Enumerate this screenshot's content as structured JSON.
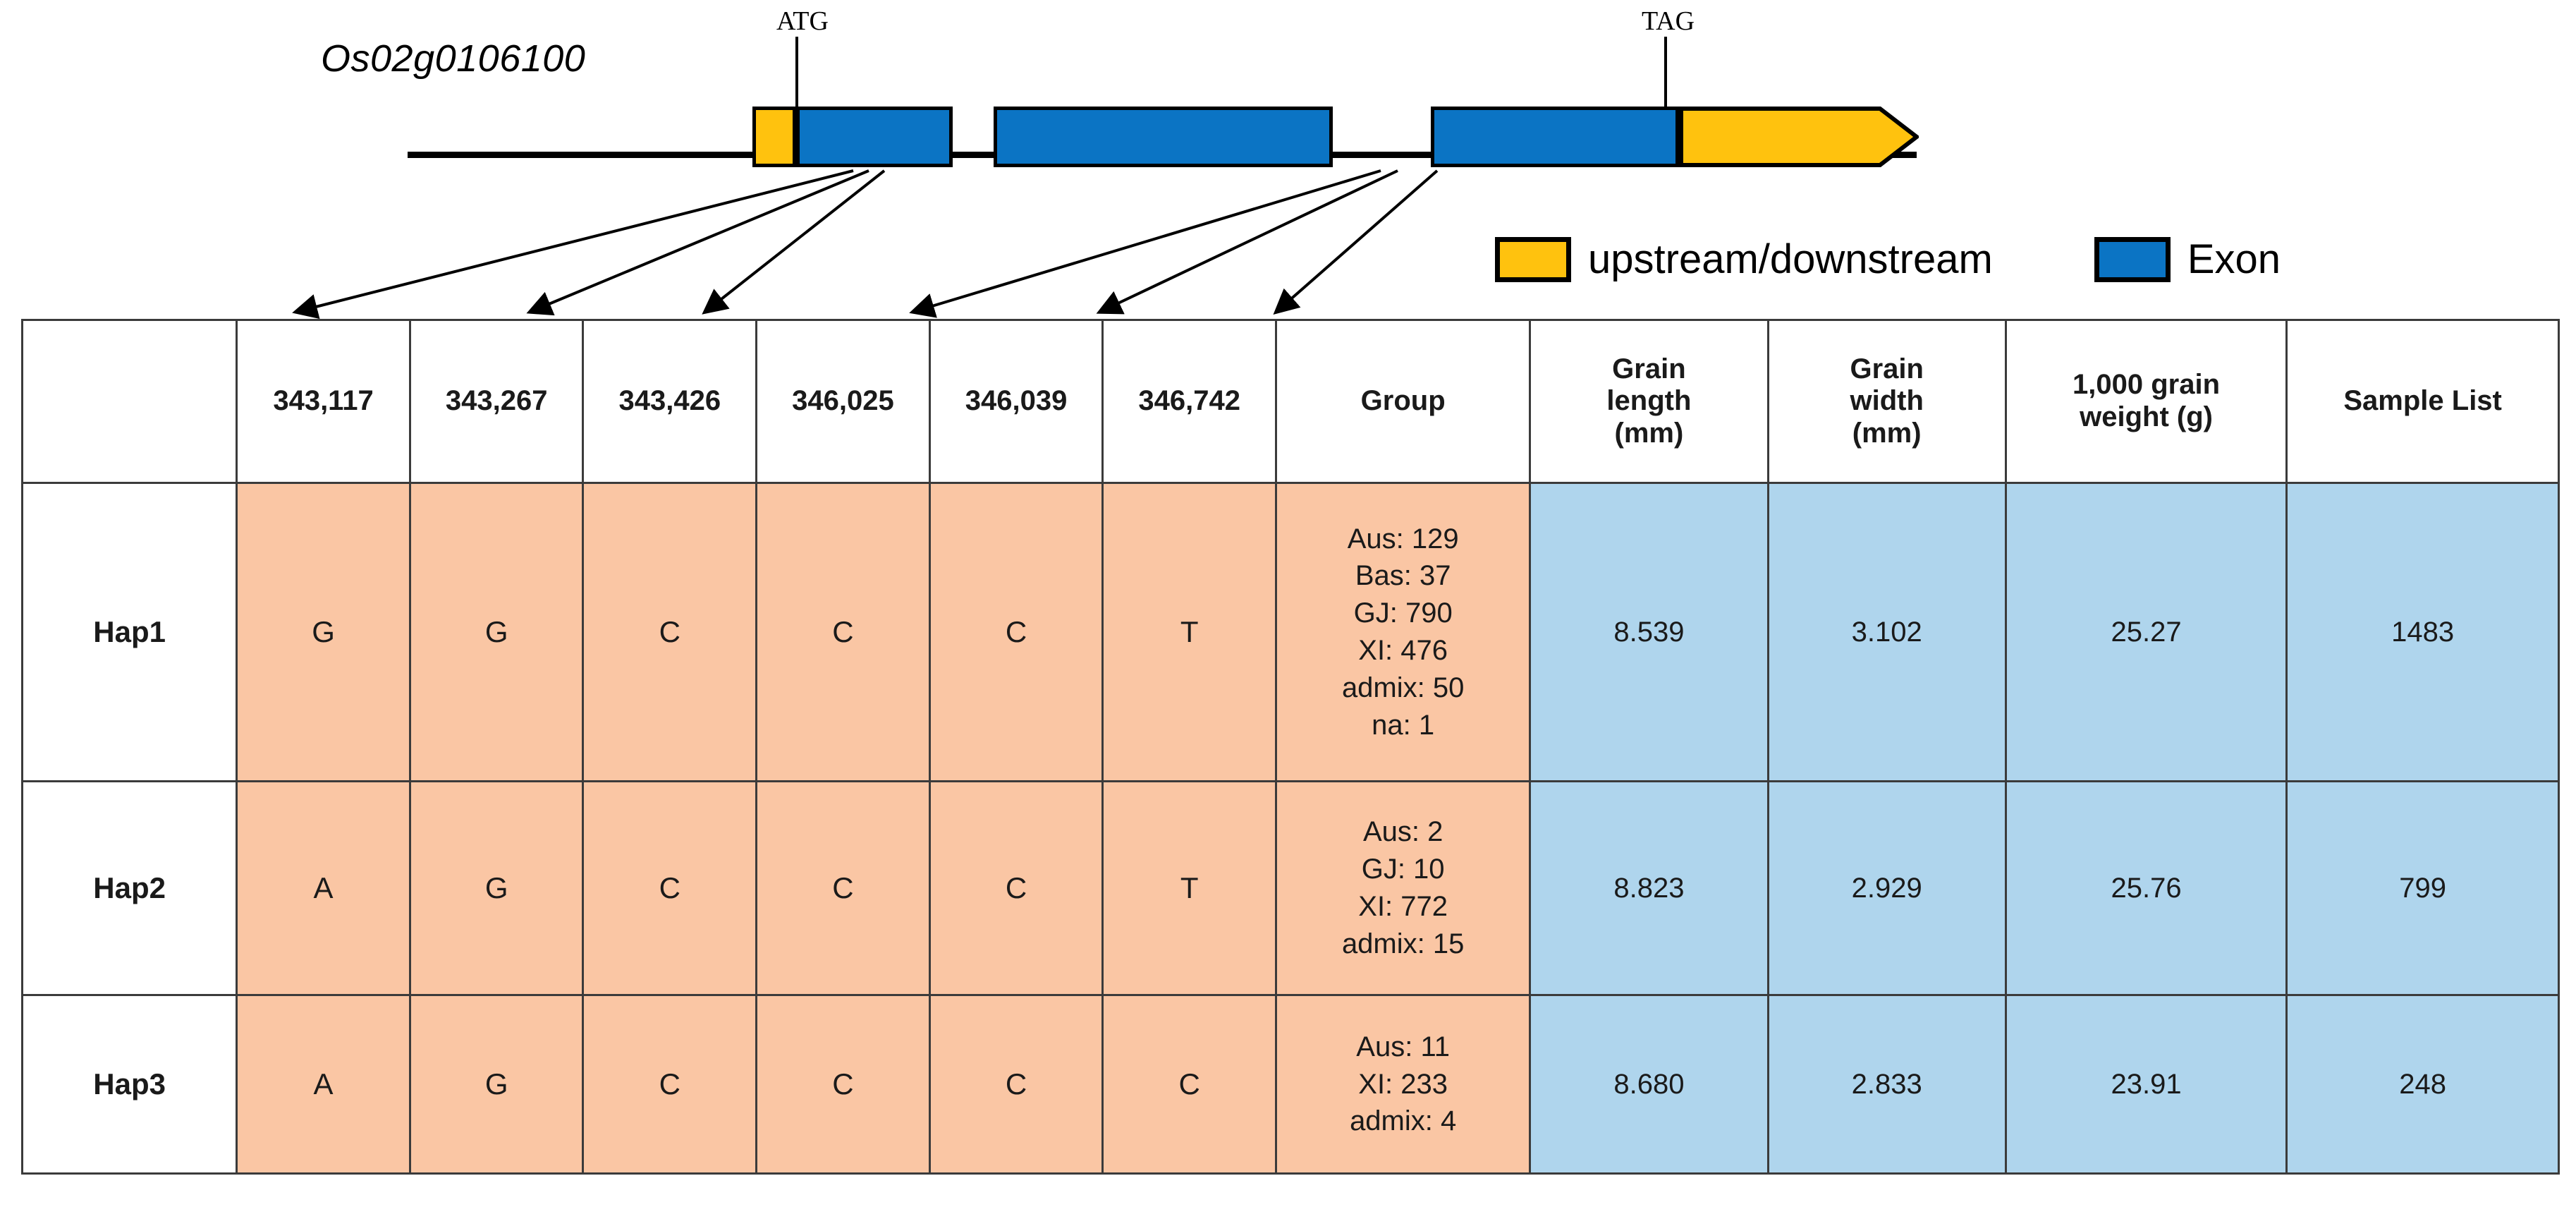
{
  "gene": {
    "name": "Os02g0106100",
    "start_codon_label": "ATG",
    "stop_codon_label": "TAG",
    "colors": {
      "utr": "#ffc20e",
      "exon": "#0b74c4",
      "outline": "#000000",
      "allele_fill": "#fac6a4",
      "trait_fill": "#afd5ed"
    }
  },
  "legend": {
    "items": [
      {
        "label": "upstream/downstream",
        "color": "#ffc20e",
        "icon": "yellow-square-icon"
      },
      {
        "label": "Exon",
        "color": "#0b74c4",
        "icon": "blue-square-icon"
      }
    ]
  },
  "table": {
    "headers": {
      "corner": "",
      "positions": [
        "343,117",
        "343,267",
        "343,426",
        "346,025",
        "346,039",
        "346,742"
      ],
      "group": "Group",
      "grain_length": "Grain\nlength\n(mm)",
      "grain_width": "Grain\nwidth\n(mm)",
      "grain_weight": "1,000 grain\nweight  (g)",
      "sample_list": "Sample List"
    },
    "rows": [
      {
        "hap": "Hap1",
        "alleles": [
          "G",
          "G",
          "C",
          "C",
          "C",
          "T"
        ],
        "group": "Aus: 129\nBas: 37\nGJ: 790\nXI: 476\nadmix: 50\nna: 1",
        "grain_length": "8.539",
        "grain_width": "3.102",
        "grain_weight": "25.27",
        "sample_list": "1483"
      },
      {
        "hap": "Hap2",
        "alleles": [
          "A",
          "G",
          "C",
          "C",
          "C",
          "T"
        ],
        "group": "Aus: 2\nGJ: 10\nXI: 772\nadmix: 15",
        "grain_length": "8.823",
        "grain_width": "2.929",
        "grain_weight": "25.76",
        "sample_list": "799"
      },
      {
        "hap": "Hap3",
        "alleles": [
          "A",
          "G",
          "C",
          "C",
          "C",
          "C"
        ],
        "group": "Aus: 11\nXI: 233\nadmix: 4",
        "grain_length": "8.680",
        "grain_width": "2.833",
        "grain_weight": "23.91",
        "sample_list": "248"
      }
    ]
  }
}
